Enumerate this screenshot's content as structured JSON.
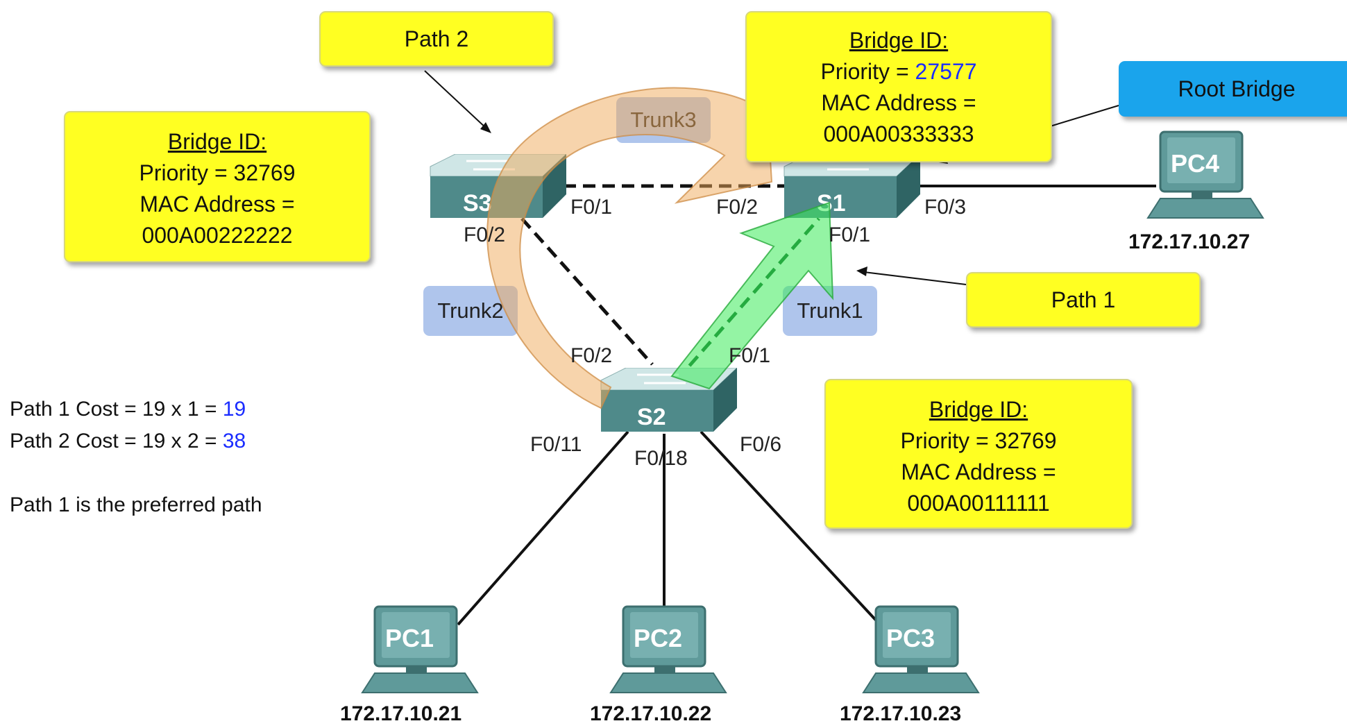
{
  "switches": {
    "s1": {
      "label": "S1"
    },
    "s2": {
      "label": "S2"
    },
    "s3": {
      "label": "S3"
    }
  },
  "pcs": [
    {
      "label": "PC1",
      "ip": "172.17.10.21"
    },
    {
      "label": "PC2",
      "ip": "172.17.10.22"
    },
    {
      "label": "PC3",
      "ip": "172.17.10.23"
    },
    {
      "label": "PC4",
      "ip": "172.17.10.27"
    }
  ],
  "ports": {
    "s3_f01": "F0/1",
    "s3_f02": "F0/2",
    "s1_f02": "F0/2",
    "s1_f03": "F0/3",
    "s1_f01": "F0/1",
    "s2_f02": "F0/2",
    "s2_f01": "F0/1",
    "s2_f011": "F0/11",
    "s2_f018": "F0/18",
    "s2_f06": "F0/6"
  },
  "trunks": {
    "trunk1": "Trunk1",
    "trunk2": "Trunk2",
    "trunk3": "Trunk3"
  },
  "callouts": {
    "path1": "Path 1",
    "path2": "Path 2",
    "root_bridge": "Root Bridge"
  },
  "bridge_ids": {
    "s1": {
      "title": "Bridge ID:",
      "priority_label": "Priority = ",
      "priority": "27577",
      "mac_label": "MAC Address =",
      "mac": "000A00333333"
    },
    "s2": {
      "title": "Bridge ID:",
      "priority_label": "Priority = ",
      "priority": "32769",
      "mac_label": "MAC Address =",
      "mac": "000A00111111"
    },
    "s3": {
      "title": "Bridge ID:",
      "priority_label": "Priority = ",
      "priority": "32769",
      "mac_label": "MAC Address =",
      "mac": "000A00222222"
    }
  },
  "costs": {
    "path1_label": "Path 1 Cost = 19 x 1 = ",
    "path1_value": "19",
    "path2_label": "Path 2 Cost = 19 x 2 = ",
    "path2_value": "38",
    "preferred": "Path 1 is the preferred path"
  },
  "colors": {
    "note_fill": "#ffff22",
    "root_fill": "#1aa4ec",
    "highlight_blue": "#1a2cff",
    "path1_arrow": "#33ee55",
    "path2_arrow": "#f0b060"
  }
}
